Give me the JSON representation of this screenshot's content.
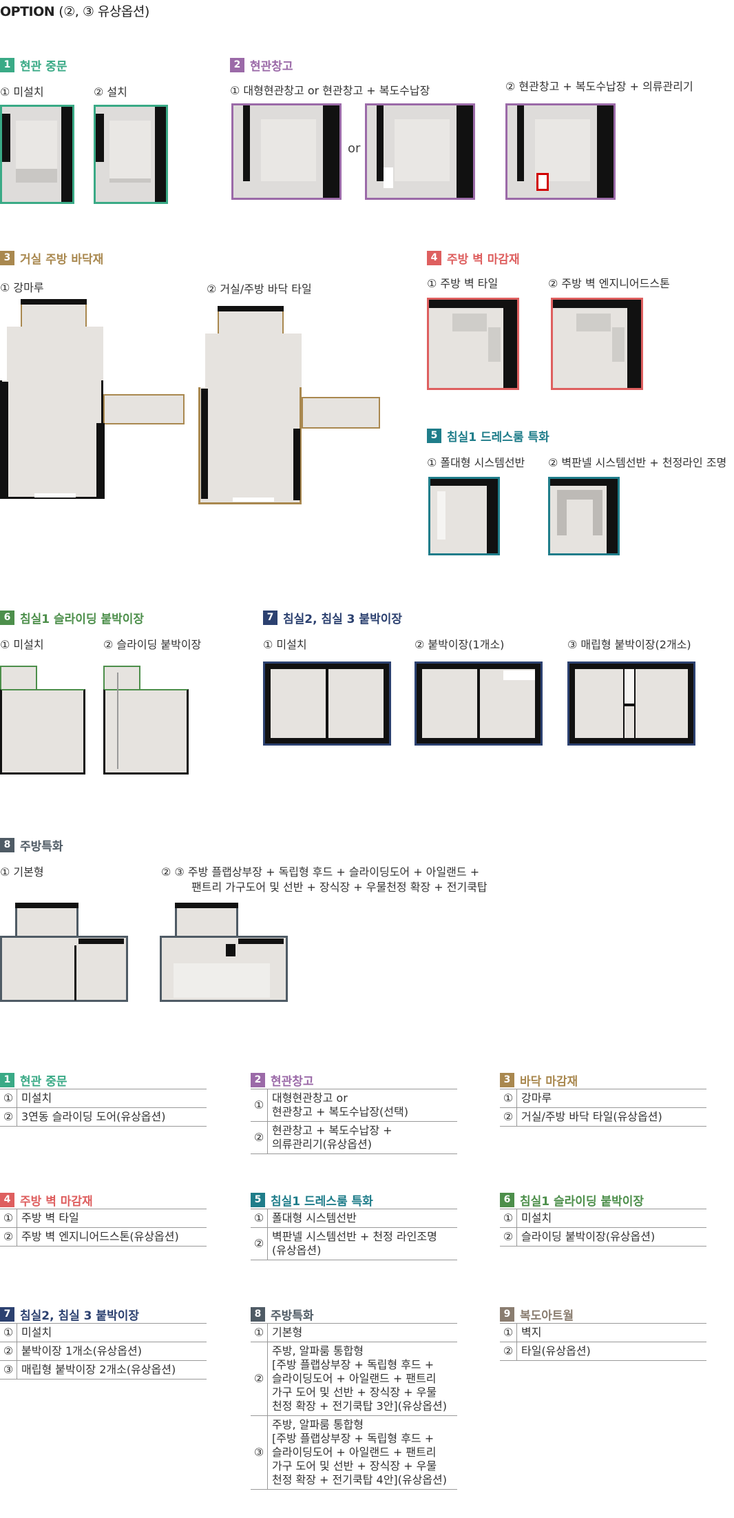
{
  "header": {
    "title_latin": "OPTION",
    "title_rest": "(②, ③ 유상옵션)"
  },
  "colors": {
    "green": "#3aaa86",
    "purple": "#9b6aa8",
    "brown": "#a9884f",
    "red": "#de5f5f",
    "teal": "#1f7d8a",
    "dgreen": "#4d8f4b",
    "navy": "#2c4170",
    "slate": "#4f5b65"
  },
  "or_text": "or",
  "sections": {
    "s1": {
      "num": "1",
      "title": "현관 중문",
      "opts": [
        "① 미설치",
        "② 설치"
      ]
    },
    "s2": {
      "num": "2",
      "title": "현관창고",
      "opts": [
        "① 대형현관창고 or 현관창고 + 복도수납장",
        "② 현관창고 + 복도수납장 + 의류관리기"
      ]
    },
    "s3": {
      "num": "3",
      "title": "거실 주방 바닥재",
      "opts": [
        "① 강마루",
        "② 거실/주방 바닥 타일"
      ]
    },
    "s4": {
      "num": "4",
      "title": "주방 벽 마감재",
      "opts": [
        "① 주방 벽 타일",
        "② 주방 벽 엔지니어드스톤"
      ]
    },
    "s5": {
      "num": "5",
      "title": "침실1 드레스룸 특화",
      "opts": [
        "① 폴대형 시스템선반",
        "② 벽판넬 시스템선반 + 천정라인 조명"
      ]
    },
    "s6": {
      "num": "6",
      "title": "침실1 슬라이딩 붙박이장",
      "opts": [
        "① 미설치",
        "② 슬라이딩 붙박이장"
      ]
    },
    "s7": {
      "num": "7",
      "title": "침실2, 침실 3 붙박이장",
      "opts": [
        "① 미설치",
        "② 붙박이장(1개소)",
        "③ 매립형 붙박이장(2개소)"
      ]
    },
    "s8": {
      "num": "8",
      "title": "주방특화",
      "opts": [
        "① 기본형",
        "② ③ 주방 플랩상부장 + 독립형 후드 + 슬라이딩도어 + 아일랜드 +",
        "팬트리 가구도어 및 선반 + 장식장 + 우물천정 확장 + 전기쿡탑"
      ]
    }
  },
  "tables": {
    "t1": {
      "num": "1",
      "title": "현관 중문",
      "rows": [
        [
          "①",
          "미설치"
        ],
        [
          "②",
          "3연동 슬라이딩 도어(유상옵션)"
        ]
      ]
    },
    "t2": {
      "num": "2",
      "title": "현관창고",
      "rows": [
        [
          "①",
          "대형현관창고 or\n현관창고 + 복도수납장(선택)"
        ],
        [
          "②",
          "현관창고 +  복도수납장 +\n의류관리기(유상옵션)"
        ]
      ]
    },
    "t3": {
      "num": "3",
      "title": "바닥 마감재",
      "rows": [
        [
          "①",
          "강마루"
        ],
        [
          "②",
          "거실/주방 바닥 타일(유상옵션)"
        ]
      ]
    },
    "t4": {
      "num": "4",
      "title": "주방 벽 마감재",
      "rows": [
        [
          "①",
          "주방 벽 타일"
        ],
        [
          "②",
          "주방 벽 엔지니어드스톤(유상옵션)"
        ]
      ]
    },
    "t5": {
      "num": "5",
      "title": "침실1 드레스룸 특화",
      "rows": [
        [
          "①",
          "폴대형 시스템선반"
        ],
        [
          "②",
          "벽판넬 시스템선반 + 천정 라인조명\n(유상옵션)"
        ]
      ]
    },
    "t6": {
      "num": "6",
      "title": "침실1 슬라이딩 붙박이장",
      "rows": [
        [
          "①",
          "미설치"
        ],
        [
          "②",
          "슬라이딩 붙박이장(유상옵션)"
        ]
      ]
    },
    "t7": {
      "num": "7",
      "title": "침실2, 침실 3 붙박이장",
      "rows": [
        [
          "①",
          "미설치"
        ],
        [
          "②",
          "붙박이장 1개소(유상옵션)"
        ],
        [
          "③",
          "매립형 붙박이장 2개소(유상옵션)"
        ]
      ]
    },
    "t8": {
      "num": "8",
      "title": "주방특화",
      "rows": [
        [
          "①",
          "기본형"
        ],
        [
          "②",
          "주방, 알파룸 통합형\n[주방 플랩상부장 + 독립형 후드 +\n슬라이딩도어 + 아일랜드 + 팬트리\n가구 도어 및 선반 + 장식장 + 우물\n천정 확장 + 전기쿡탑 3안](유상옵션)"
        ],
        [
          "③",
          "주방, 알파룸 통합형\n[주방 플랩상부장 + 독립형 후드 +\n슬라이딩도어 + 아일랜드 + 팬트리\n가구 도어 및 선반 + 장식장 + 우물\n천정 확장 + 전기쿡탑 4안](유상옵션)"
        ]
      ]
    },
    "t9": {
      "num": "9",
      "title": "복도아트월",
      "rows": [
        [
          "①",
          "벽지"
        ],
        [
          "②",
          "타일(유상옵션)"
        ]
      ]
    }
  }
}
